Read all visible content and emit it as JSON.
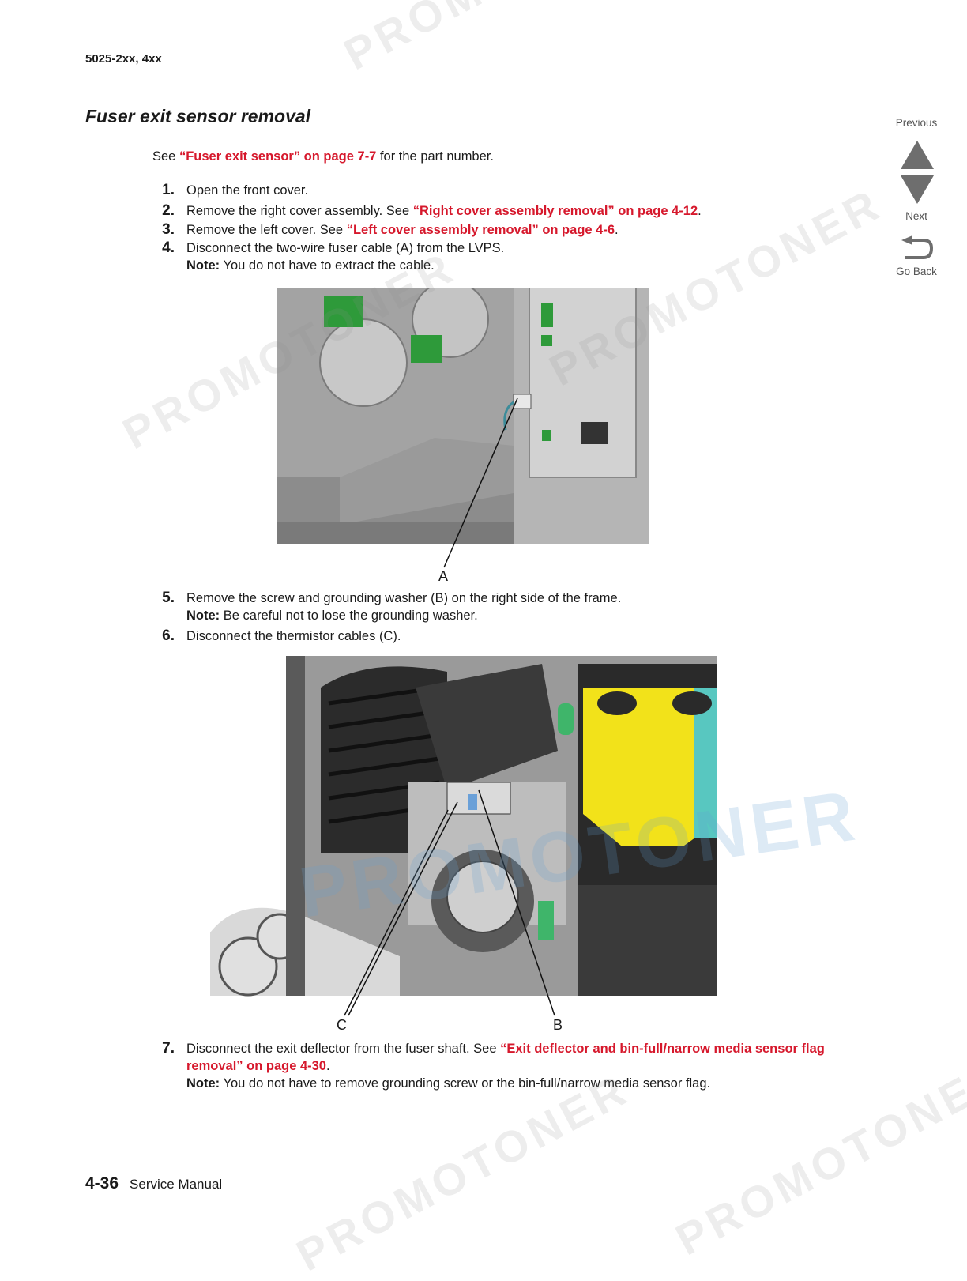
{
  "header": {
    "model": "5025-2xx, 4xx"
  },
  "section": {
    "title": "Fuser exit sensor removal"
  },
  "intro": {
    "prefix": "See ",
    "link": "“Fuser exit sensor” on page 7-7",
    "suffix": " for the part number."
  },
  "steps": [
    {
      "num": "1.",
      "text": "Open the front cover."
    },
    {
      "num": "2.",
      "prefix": "Remove the right cover assembly. See ",
      "link": "“Right cover assembly removal” on page 4-12",
      "suffix": "."
    },
    {
      "num": "3.",
      "prefix": "Remove the left cover. See ",
      "link": "“Left cover assembly removal” on page 4-6",
      "suffix": "."
    },
    {
      "num": "4.",
      "text": "Disconnect the two-wire fuser cable (A) from the LVPS.",
      "note_label": "Note:",
      "note": " You do not have to extract the cable."
    },
    {
      "num": "5.",
      "text": "Remove the screw and grounding washer (B) on the right side of the frame.",
      "note_label": "Note:",
      "note": " Be careful not to lose the grounding washer."
    },
    {
      "num": "6.",
      "text": "Disconnect the thermistor cables (C)."
    },
    {
      "num": "7.",
      "prefix": "Disconnect the exit deflector from the fuser shaft. See ",
      "link": "“Exit deflector and bin-full/narrow media sensor flag removal” on page 4-30",
      "suffix": ".",
      "note_label": "Note:",
      "note": " You do not have to remove grounding screw or the bin-full/narrow media sensor flag."
    }
  ],
  "figure1": {
    "callout": "A"
  },
  "figure2": {
    "callout_c": "C",
    "callout_b": "B"
  },
  "footer": {
    "page": "4-36",
    "title": "Service Manual"
  },
  "nav": {
    "previous": "Previous",
    "next": "Next",
    "go_back": "Go Back"
  },
  "watermark": {
    "text": "PROMOTONER"
  },
  "colors": {
    "link": "#d6182c",
    "figure_gray": "#8a8a8a",
    "board_green": "#2e9a3a",
    "toner_yellow": "#f2e21a",
    "toner_cyan": "#58c7c0"
  }
}
